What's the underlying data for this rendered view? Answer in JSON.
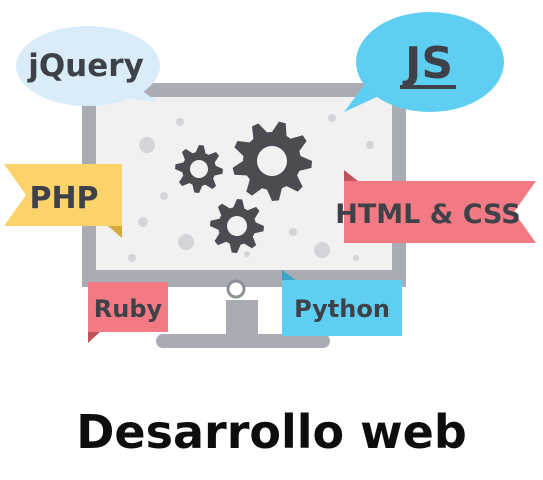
{
  "badges": {
    "jquery": "jQuery",
    "js": "JS",
    "php": "PHP",
    "html_css": "HTML & CSS",
    "ruby": "Ruby",
    "python": "Python"
  },
  "caption": "Desarrollo web",
  "colors": {
    "light_blue_bubble": "#d9ecf8",
    "cyan_bubble": "#5ecff2",
    "yellow_ribbon": "#fbd36a",
    "pink_ribbon": "#f27a84",
    "blue_ribbon": "#5ecff2",
    "monitor_frame": "#a9adb3",
    "screen_fill": "#f1f1f2",
    "gear": "#4a4c52",
    "label_text": "#3f4148",
    "caption_text": "#0d0d0d"
  },
  "icons": [
    "gear-icon",
    "speech-bubble-icon",
    "ribbon-banner-icon",
    "monitor-icon"
  ]
}
